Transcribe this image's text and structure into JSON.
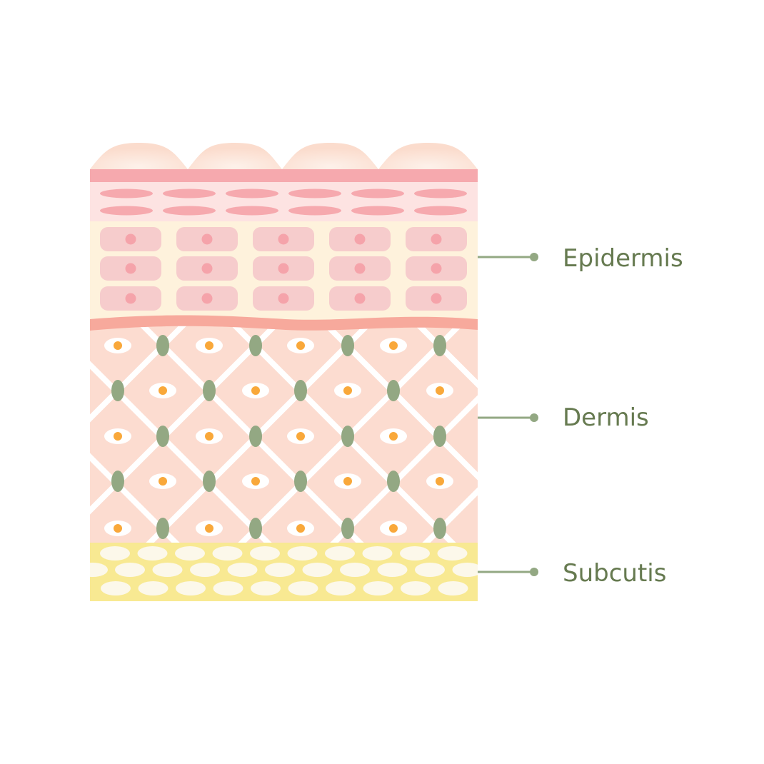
{
  "labels": {
    "epidermis": "Epidermis",
    "dermis": "Dermis",
    "subcutis": "Subcutis"
  },
  "colors": {
    "dome": "#fbe0d4",
    "stratum_band": "#f6a9ae",
    "granular_layer": "#fde3e2",
    "spinous_layer": "#fef2dc",
    "keratinocyte": "#f6cccc",
    "nucleus": "#f5a3aa",
    "basement_membrane": "#f7a99c",
    "dermis": "#fcdcd0",
    "fibroblast": "#93a883",
    "cell_eye": "#ffffff",
    "cell_dot": "#f9a83a",
    "subcutis": "#f8e992",
    "fat_cell": "#fcf8ea",
    "leader_line": "#93a883",
    "label_text": "#667a50"
  }
}
